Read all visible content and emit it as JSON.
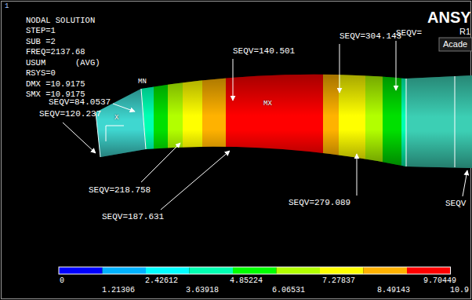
{
  "diagram": {
    "labels": [
      "1",
      "NODAL SOLUTION",
      "STEP=1",
      "SUB =2",
      "FREQ=2137.68",
      "USUM      (AVG)",
      "RSYS=0",
      "DMX =10.9175",
      "SMX =10.9175",
      "ANSY",
      "R1",
      "Acade",
      "MN",
      "MX",
      "X",
      "SEQV=84.0537",
      "SEQV=120.237",
      "SEQV=140.501",
      "SEQV=304.143",
      "SEQV=",
      "SEQV=218.758",
      "SEQV=187.631",
      "SEQV=279.089",
      "SEQV",
      "10.9"
    ],
    "legend": [
      {
        "text": "0",
        "color": "#0000ff"
      },
      {
        "text": "1.21306",
        "color": "#00b2ff"
      },
      {
        "text": "2.42612",
        "color": "#00ffff"
      },
      {
        "text": "3.63918",
        "color": "#00ffb2"
      },
      {
        "text": "4.85224",
        "color": "#00ff00"
      },
      {
        "text": "6.06531",
        "color": "#b2ff00"
      },
      {
        "text": "7.27837",
        "color": "#ffff00"
      },
      {
        "text": "8.49143",
        "color": "#ffb200"
      },
      {
        "text": "9.70449",
        "color": "#ff0000"
      }
    ]
  }
}
